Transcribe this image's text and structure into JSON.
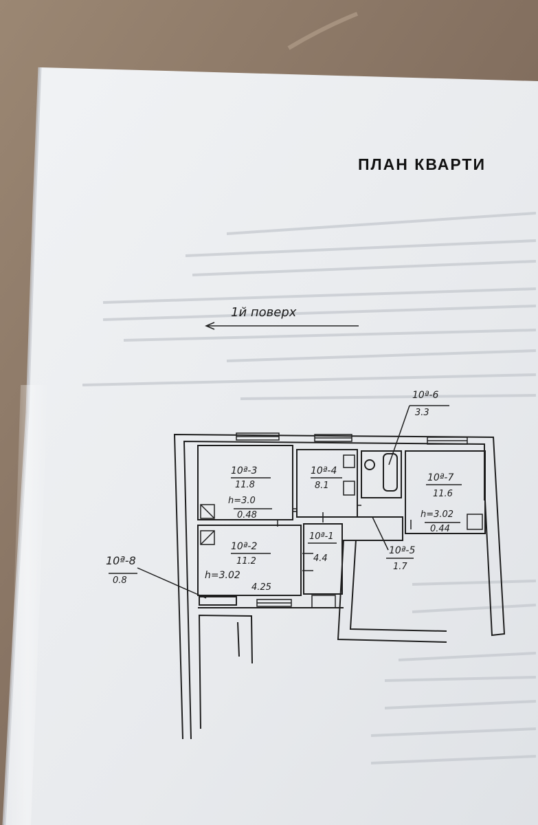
{
  "document": {
    "title": "ПЛАН КВАРТИ",
    "floor_label": "1й поверх"
  },
  "rooms": {
    "r3": {
      "number": "10ª-3",
      "area": "11.8",
      "height": "h=3.0",
      "window": "0.48"
    },
    "r4": {
      "number": "10ª-4",
      "area": "8.1"
    },
    "r6": {
      "number": "10ª-6",
      "area": "3.3"
    },
    "r7": {
      "number": "10ª-7",
      "area": "11.6",
      "height": "h=3.02",
      "window": "0.44"
    },
    "r2": {
      "number": "10ª-2",
      "area": "11.2",
      "height": "h=3.02",
      "width": "4.25"
    },
    "r1": {
      "number": "10ª-1",
      "area": "4.4"
    },
    "r5": {
      "number": "10ª-5",
      "area": "1.7"
    },
    "r8": {
      "number": "10ª-8",
      "area": "0.8"
    }
  },
  "colors": {
    "table_surface": "#8d7a66",
    "paper": "#e9ebee",
    "ink": "#1b1b1b"
  }
}
